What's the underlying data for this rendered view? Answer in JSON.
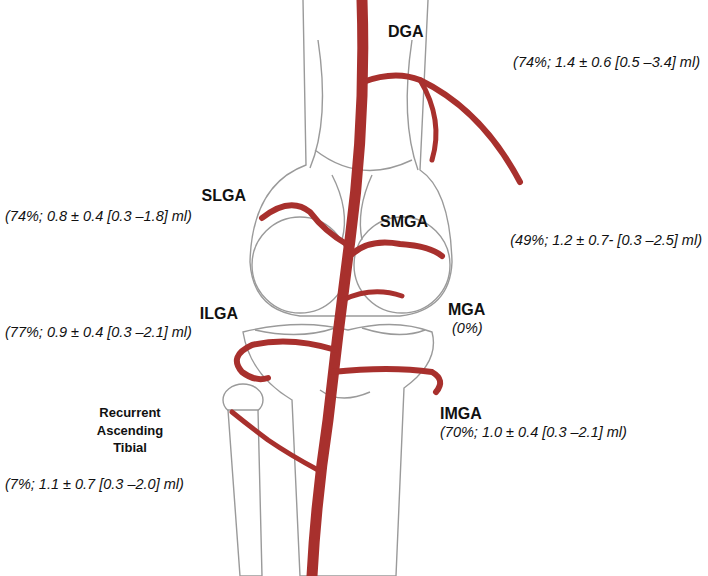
{
  "diagram": {
    "labels": [
      "DGA",
      "(74%; 1.4 ± 0.6 [0.5 –3.4] ml)",
      "SLGA",
      "(74%; 0.8 ± 0.4 [0.3 –1.8] ml)",
      "SMGA",
      "(49%; 1.2 ± 0.7- [0.3 –2.5] ml)",
      "ILGA",
      "(77%; 0.9 ± 0.4 [0.3 –2.1] ml)",
      "MGA",
      "(0%)",
      "IMGA",
      "(70%; 1.0 ± 0.4 [0.3 –2.1] ml)",
      "Recurrent Ascending Tibial",
      "(7%; 1.1 ± 0.7 [0.3 –2.0] ml)"
    ]
  }
}
